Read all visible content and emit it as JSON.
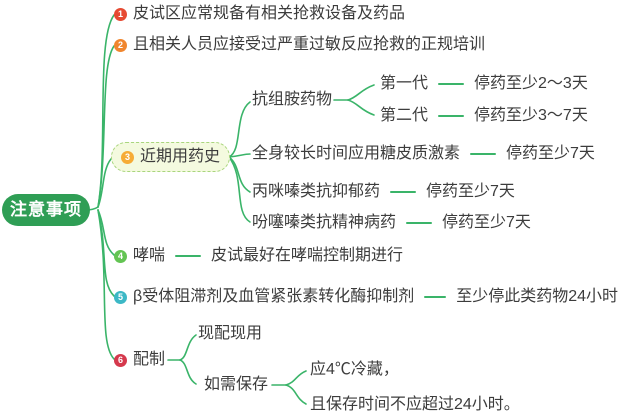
{
  "root": {
    "label": "注意事项",
    "color": "#2f9e55"
  },
  "line_color": "#3ab469",
  "text_color": "#3c3c3c",
  "branches": [
    {
      "num": "1",
      "badge_color": "#e64a32",
      "label": "皮试区应常规备有相关抢救设备及药品"
    },
    {
      "num": "2",
      "badge_color": "#f0862e",
      "label": "且相关人员应接受过严重过敏反应抢救的正规培训"
    },
    {
      "num": "3",
      "badge_color": "#f6ac36",
      "label": "近期用药史",
      "children": [
        {
          "label": "抗组胺药物",
          "children": [
            {
              "label": "第一代",
              "value": "停药至少2～3天"
            },
            {
              "label": "第二代",
              "value": "停药至少3～7天"
            }
          ]
        },
        {
          "label": "全身较长时间应用糖皮质激素",
          "value": "停药至少7天"
        },
        {
          "label": "丙咪嗪类抗抑郁药",
          "value": "停药至少7天"
        },
        {
          "label": "吩噻嗪类抗精神病药",
          "value": "停药至少7天"
        }
      ]
    },
    {
      "num": "4",
      "badge_color": "#63c453",
      "label": "哮喘",
      "value": "皮试最好在哮喘控制期进行"
    },
    {
      "num": "5",
      "badge_color": "#3cb8c6",
      "label": "β受体阻滞剂及血管紧张素转化酶抑制剂",
      "value": "至少停此类药物24小时"
    },
    {
      "num": "6",
      "badge_color": "#d5394d",
      "label": "配制",
      "children": [
        {
          "label": "现配现用"
        },
        {
          "label": "如需保存",
          "children": [
            {
              "label": "应4℃冷藏，"
            },
            {
              "label": "且保存时间不应超过24小时。"
            }
          ]
        }
      ]
    }
  ]
}
